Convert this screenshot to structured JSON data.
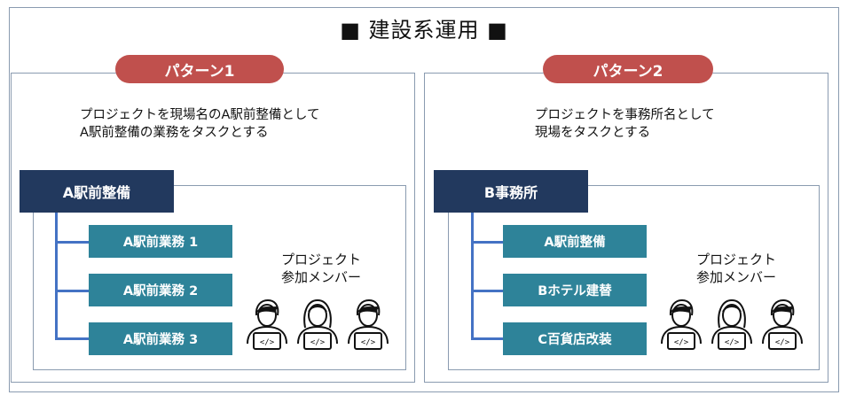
{
  "title": "■ 建設系運用 ■",
  "patterns": [
    {
      "label": "パターン1",
      "description": [
        "プロジェクトを現場名のA駅前整備として",
        "A駅前整備の業務をタスクとする"
      ],
      "project": "A駅前整備",
      "tasks": [
        "A駅前業務 1",
        "A駅前業務 2",
        "A駅前業務 3"
      ],
      "members_label": [
        "プロジェクト",
        "参加メンバー"
      ]
    },
    {
      "label": "パターン2",
      "description": [
        "プロジェクトを事務所名として",
        "現場をタスクとする"
      ],
      "project": "B事務所",
      "tasks": [
        "A駅前整備",
        "Bホテル建替",
        "C百貨店改装"
      ],
      "members_label": [
        "プロジェクト",
        "参加メンバー"
      ]
    }
  ],
  "colors": {
    "pill": "#c0504d",
    "project_box": "#22395e",
    "task_box": "#2e8399",
    "connector": "#4472c4",
    "border": "#8a9bb0"
  },
  "icons": [
    "developer-person-icon",
    "developer-person-female-icon",
    "developer-person-icon"
  ]
}
